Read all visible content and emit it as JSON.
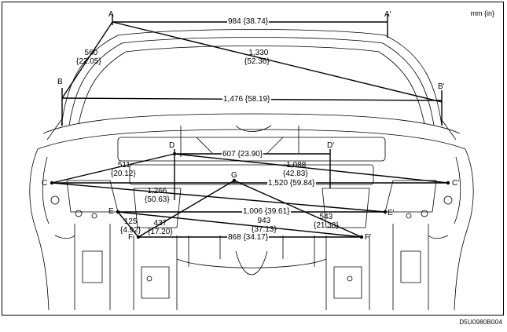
{
  "diagram": {
    "unit_note": "mm {in}",
    "figure_code": "D5U0980B004",
    "points": {
      "A": "A",
      "A2": "A'",
      "B": "B",
      "B2": "B'",
      "C": "C",
      "C2": "C'",
      "D": "D",
      "D2": "D'",
      "E": "E",
      "E2": "E'",
      "F": "F",
      "F2": "F'",
      "G": "G"
    },
    "dimensions": {
      "a_a2": "984 {38.74}",
      "a_b2_line1": "1,330",
      "a_b2_line2": "{52.36}",
      "a_b_line1": "560",
      "a_b_line2": "{22.05}",
      "b_b2": "1,476 {58.19}",
      "d_d2": "607 {23.90}",
      "c_d_line1": "511",
      "c_d_line2": "{20.12}",
      "d_c2_line1": "1,088",
      "d_c2_line2": "{42.83}",
      "c_c2": "1,520 {59.84}",
      "c_e2_line1": "1,266",
      "c_e2_line2": "{50.63}",
      "e_e2": "1,006 {39.61}",
      "g_f2_line1": "543",
      "g_f2_line2": "{21.38}",
      "e_f2_line1": "943",
      "e_f2_line2": "{37.13}",
      "e_f_line1": "125",
      "e_f_line2": "{4.92}",
      "f_g_line1": "437",
      "f_g_line2": "{17.20}",
      "f_f2": "868 {34.17}"
    }
  }
}
